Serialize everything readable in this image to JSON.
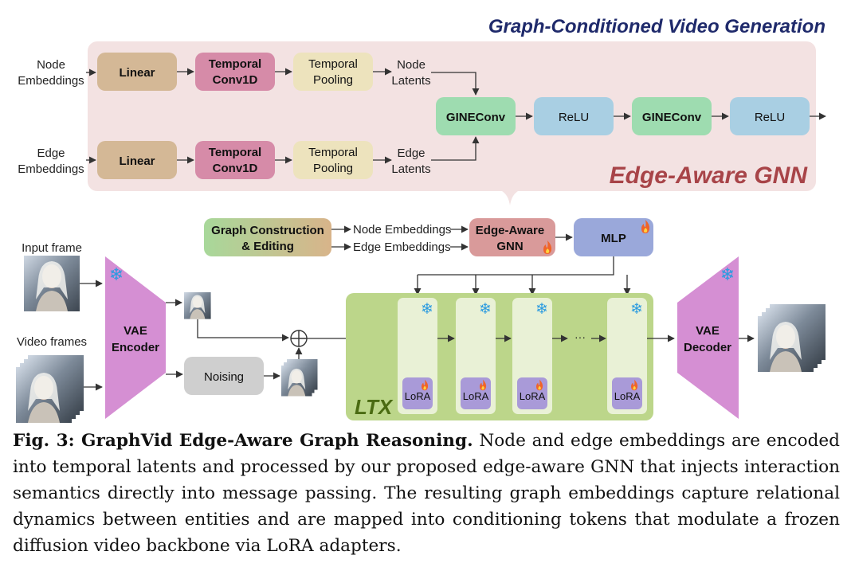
{
  "title": "Graph-Conditioned Video Generation",
  "gnn_label": "Edge-Aware GNN",
  "node_row": {
    "input": [
      "Node",
      "Embeddings"
    ],
    "linear": "Linear",
    "conv": [
      "Temporal",
      "Conv1D"
    ],
    "pool": [
      "Temporal",
      "Pooling"
    ],
    "latents": [
      "Node",
      "Latents"
    ]
  },
  "edge_row": {
    "input": [
      "Edge",
      "Embeddings"
    ],
    "linear": "Linear",
    "conv": [
      "Temporal",
      "Conv1D"
    ],
    "pool": [
      "Temporal",
      "Pooling"
    ],
    "latents": [
      "Edge",
      "Latents"
    ]
  },
  "gnn_chain": [
    "GINEConv",
    "ReLU",
    "GINEConv",
    "ReLU"
  ],
  "graph_construction": [
    "Graph Construction",
    "& Editing"
  ],
  "emb_labels": [
    "Node Embeddings",
    "Edge Embeddings"
  ],
  "edge_gnn_block": [
    "Edge-Aware",
    "GNN"
  ],
  "mlp": "MLP",
  "input_frame_label": "Input frame",
  "video_frames_label": "Video frames",
  "vae_encoder": [
    "VAE",
    "Encoder"
  ],
  "vae_decoder": [
    "VAE",
    "Decoder"
  ],
  "noising": "Noising",
  "ltx": "LTX",
  "lora": "LoRA",
  "ellipsis": "···",
  "caption": {
    "lead": "Fig. 3: GraphVid Edge-Aware Graph Reasoning.",
    "body": "Node and edge embeddings are encoded into temporal latents and processed by our proposed edge-aware GNN that injects interaction semantics directly into message passing. The resulting graph embeddings capture relational dynamics between entities and are mapped into conditioning tokens that modulate a frozen diffusion video backbone via LoRA adapters."
  },
  "colors": {
    "title": "#1f2a6b",
    "gnn_label": "#a84448",
    "linear": "#d4b896",
    "conv": "#d68ba8",
    "pool": "#ede3bd",
    "gine": "#9edcb0",
    "relu": "#a9cfe3",
    "gnn_panel": "#f3e2e2",
    "ltx_panel": "#bcd68a",
    "ltx_label": "#4a6b12",
    "ltx_block": "#e9f1d6",
    "lora": "#a99ad8",
    "mlp": "#9aa8da",
    "edge_gnn": "#d99a9a",
    "vae": "#d58fd3",
    "noising": "#cfcfcf",
    "snowflake": "#2b9be0",
    "fire": "#f0642a"
  },
  "icons": [
    "snowflake-icon",
    "fire-icon",
    "image-thumbnail"
  ]
}
